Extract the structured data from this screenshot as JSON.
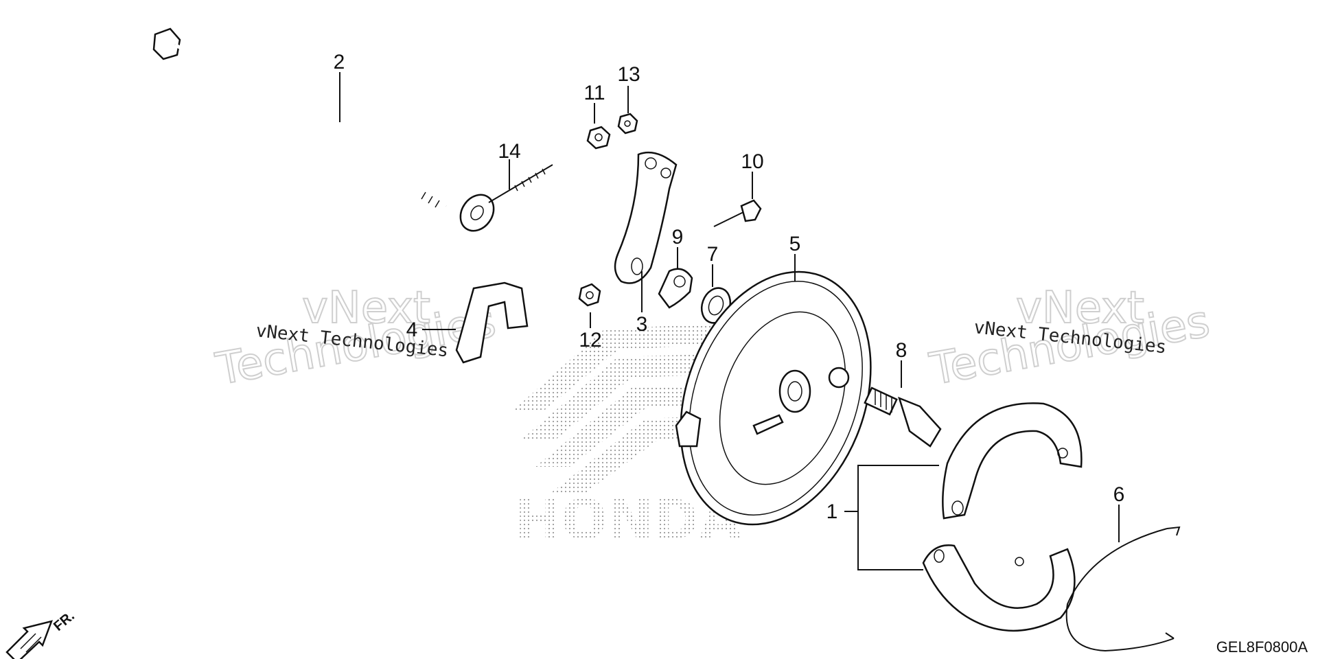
{
  "diagram": {
    "callouts": [
      "1",
      "2",
      "3",
      "4",
      "5",
      "6",
      "7",
      "8",
      "9",
      "10",
      "11",
      "12",
      "13",
      "14"
    ],
    "watermark_small": "vNext Technologies",
    "watermark_big_line1": "vNext",
    "watermark_big_line2": "Technologies",
    "brand_mark": "HONDA",
    "direction_label": "FR.",
    "figure_code": "GEL8F0800A"
  }
}
